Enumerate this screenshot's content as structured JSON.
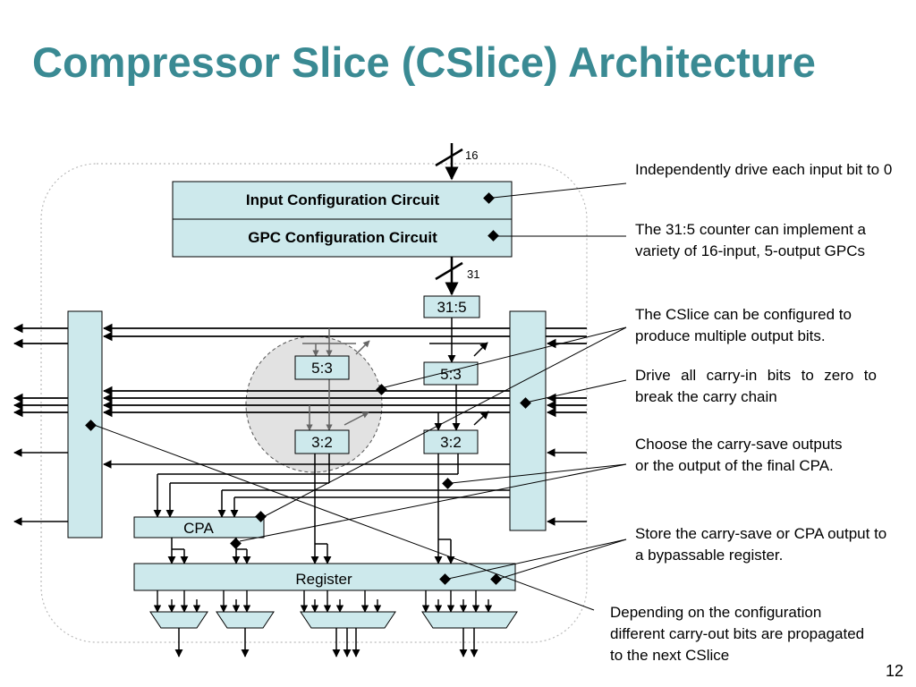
{
  "slide": {
    "title": "Compressor Slice (CSlice) Architecture",
    "page_number": "12"
  },
  "diagram": {
    "blocks": {
      "input_config": "Input Configuration Circuit",
      "gpc_config": "GPC Configuration Circuit",
      "counter_31_5": "31:5",
      "counter_5_3_left": "5:3",
      "counter_5_3_right": "5:3",
      "counter_3_2_left": "3:2",
      "counter_3_2_right": "3:2",
      "cpa": "CPA",
      "register": "Register"
    },
    "bus_widths": {
      "input": "16",
      "gpc": "31"
    }
  },
  "annotations": {
    "input_drive": "Independently drive each input bit to 0",
    "counter": "The 31:5 counter can implement a variety of 16-input, 5-output GPCs",
    "multiple_outputs": "The CSlice can be configured to produce multiple output bits.",
    "carry_in": "Drive all carry-in bits to zero to break the carry chain",
    "carry_save": "Choose the carry-save outputs or the output of the final CPA.",
    "register": "Store the carry-save or CPA output to a bypassable register.",
    "carry_out": "Depending on the configuration different carry-out bits are propagated to the next CSlice"
  },
  "colors": {
    "title": "#3a8a93",
    "block_fill": "#cde9ec",
    "stroke": "#000000",
    "highlight_circle": "#e2e2e2",
    "wire_gray": "#666666"
  }
}
